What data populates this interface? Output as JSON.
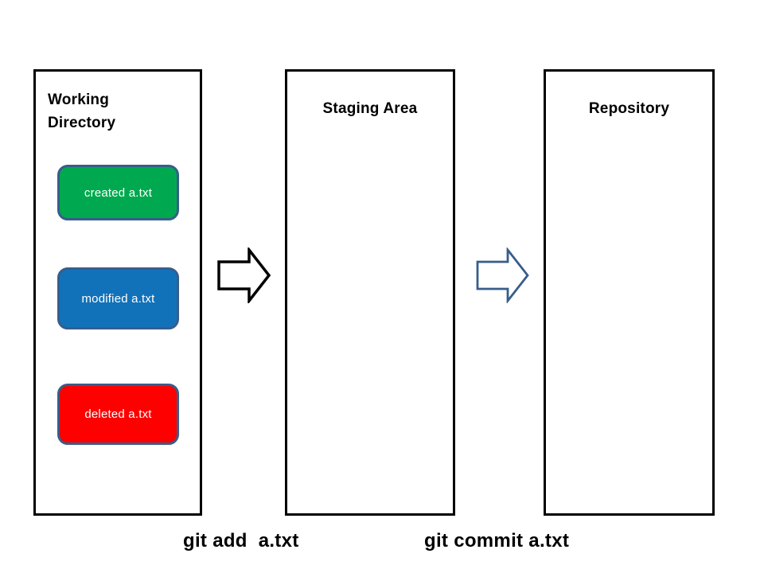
{
  "diagram": {
    "columns": {
      "working_directory": {
        "label": "Working Directory"
      },
      "staging_area": {
        "label": "Staging Area"
      },
      "repository": {
        "label": "Repository"
      }
    },
    "files": {
      "created": {
        "label": "created a.txt",
        "color": "#00A94F"
      },
      "modified": {
        "label": "modified a.txt",
        "color": "#1272B9"
      },
      "deleted": {
        "label": "deleted a.txt",
        "color": "#FF0000"
      }
    },
    "arrows": {
      "add": {
        "stroke": "#000000",
        "stroke_width": "3.5"
      },
      "commit": {
        "stroke": "#385D8A",
        "stroke_width": "2.8"
      }
    },
    "commands": {
      "add": {
        "label": "git add  a.txt"
      },
      "commit": {
        "label": "git commit a.txt"
      }
    },
    "colors": {
      "chip_border": "#385D8A",
      "box_border": "#000000",
      "background": "#FFFFFF",
      "chip_text": "#FFFFFF"
    }
  }
}
